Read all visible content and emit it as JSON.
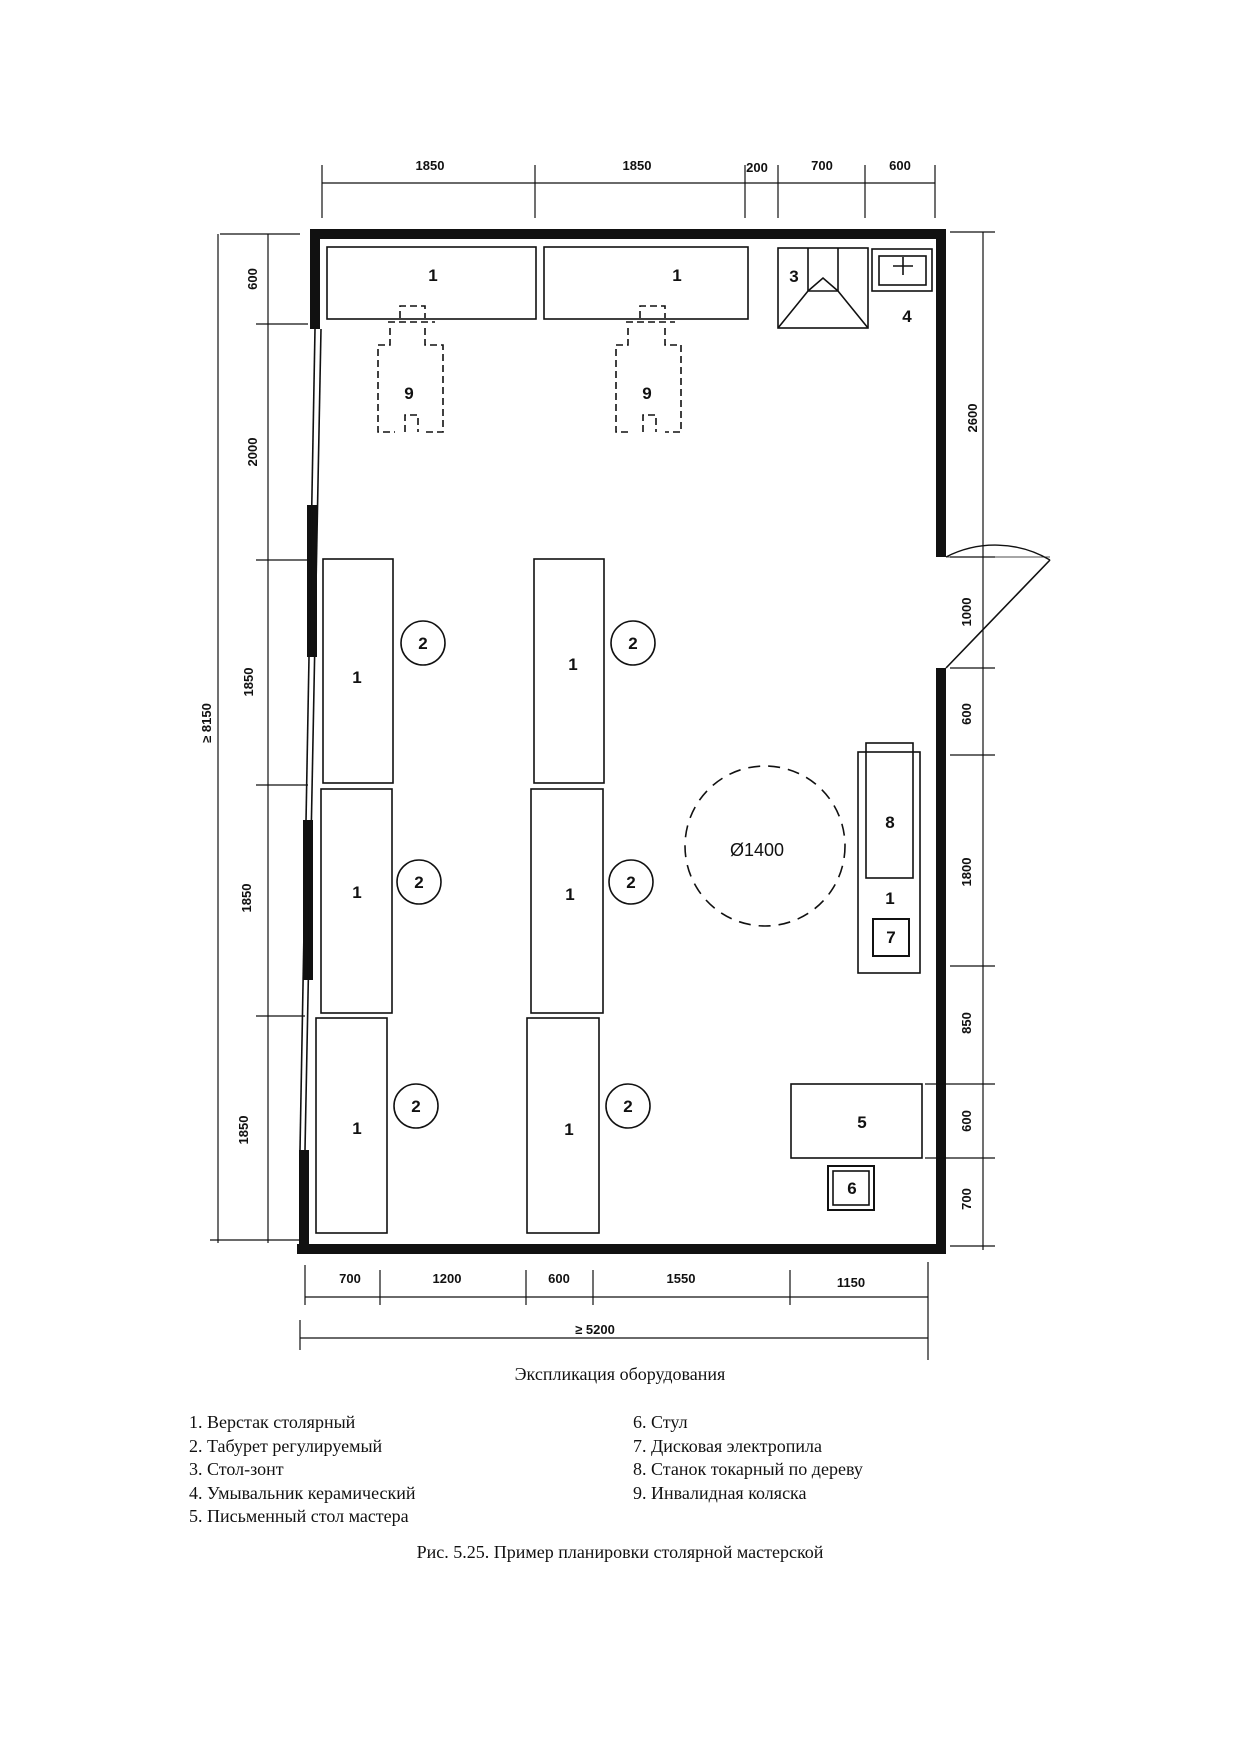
{
  "plan": {
    "top_dims": [
      "1850",
      "1850",
      "200",
      "700",
      "600"
    ],
    "bottom_dims": [
      "700",
      "1200",
      "600",
      "1550",
      "1150"
    ],
    "bottom_total": "≥ 5200",
    "left_dims": [
      "600",
      "2000",
      "1850",
      "1850",
      "1850"
    ],
    "left_total": "≥ 8150",
    "right_dims": [
      "2600",
      "1000",
      "600",
      "1800",
      "850",
      "600",
      "700"
    ],
    "circle_label": "Ø1400",
    "labels": {
      "workbench": "1",
      "stool": "2",
      "hood": "3",
      "sink": "4",
      "master_desk": "5",
      "chair": "6",
      "saw": "7",
      "lathe": "8",
      "wheelchair": "9"
    }
  },
  "explication_title": "Экспликация оборудования",
  "legend_left": [
    "1. Верстак столярный",
    "2. Табурет регулируемый",
    "3. Стол-зонт",
    "4. Умывальник керамический",
    "5. Письменный стол мастера"
  ],
  "legend_right": [
    "6. Стул",
    "7. Дисковая электропила",
    "8. Станок токарный по дереву",
    "9. Инвалидная коляска"
  ],
  "figure_caption": "Рис. 5.25. Пример планировки столярной мастерской"
}
